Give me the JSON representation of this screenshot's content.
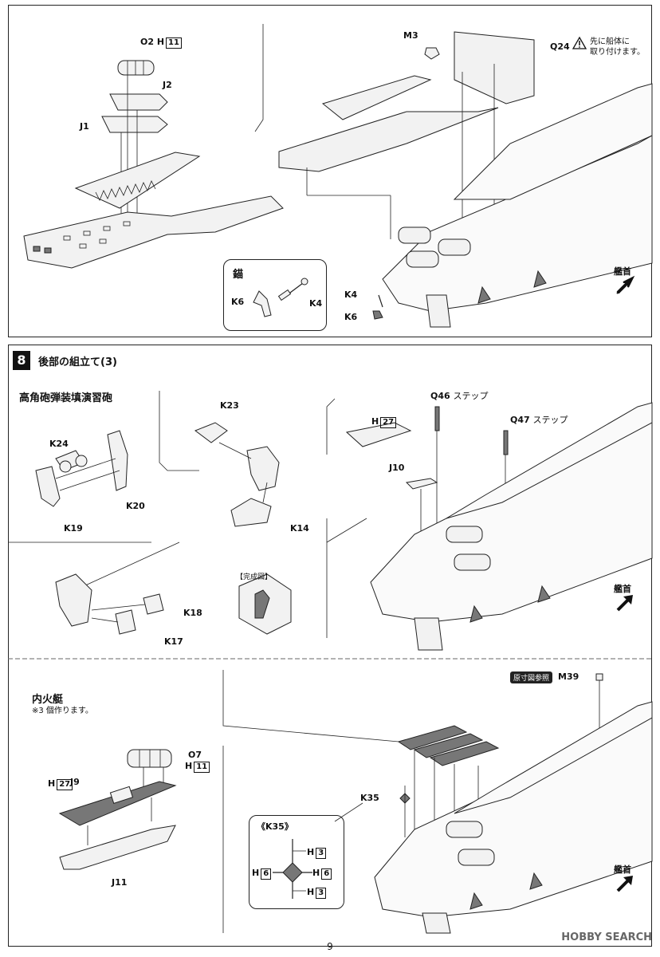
{
  "top": {
    "labels": {
      "o2": "O2 H",
      "o2_num": "11",
      "j2": "J2",
      "j1": "J1",
      "m3": "M3",
      "q24": "Q24",
      "k4_1": "K4",
      "k6_1": "K6",
      "k4_2": "K4",
      "k6_2": "K6"
    },
    "warning_note": [
      "先に船体に",
      "取り付けます。"
    ],
    "anchor_title": "錨",
    "bow_label": "艦首"
  },
  "step8": {
    "number": "8",
    "title": "後部の組立て(3)",
    "sub_title": "高角砲弾装填演習砲",
    "labels": {
      "k24": "K24",
      "k23": "K23",
      "k20": "K20",
      "k19": "K19",
      "k14": "K14",
      "k18": "K18",
      "k17": "K17",
      "h27": "H",
      "h27_num": "27",
      "j10": "J10",
      "q46": "Q46",
      "q46_note": "ステップ",
      "q47": "Q47",
      "q47_note": "ステップ"
    },
    "complete_label": "【完成図】",
    "bow_label": "艦首"
  },
  "bottom": {
    "title": "内火艇",
    "note": "※3 個作ります。",
    "labels": {
      "o7": "O7",
      "h11": "H",
      "h11_num": "11",
      "h27": "H",
      "h27_num": "27",
      "j9": "J9",
      "j11": "J11",
      "k35": "K35",
      "m39": "M39"
    },
    "ref_tag": "原寸図参照",
    "k35_detail_title": "《K35》",
    "k35_detail": {
      "top": "H",
      "top_num": "3",
      "left": "H",
      "left_num": "6",
      "right": "H",
      "right_num": "6",
      "bottom": "H",
      "bottom_num": "3"
    },
    "bow_label": "艦首"
  },
  "footer": {
    "page_number": "9",
    "watermark": "HOBBY SEARCH"
  }
}
